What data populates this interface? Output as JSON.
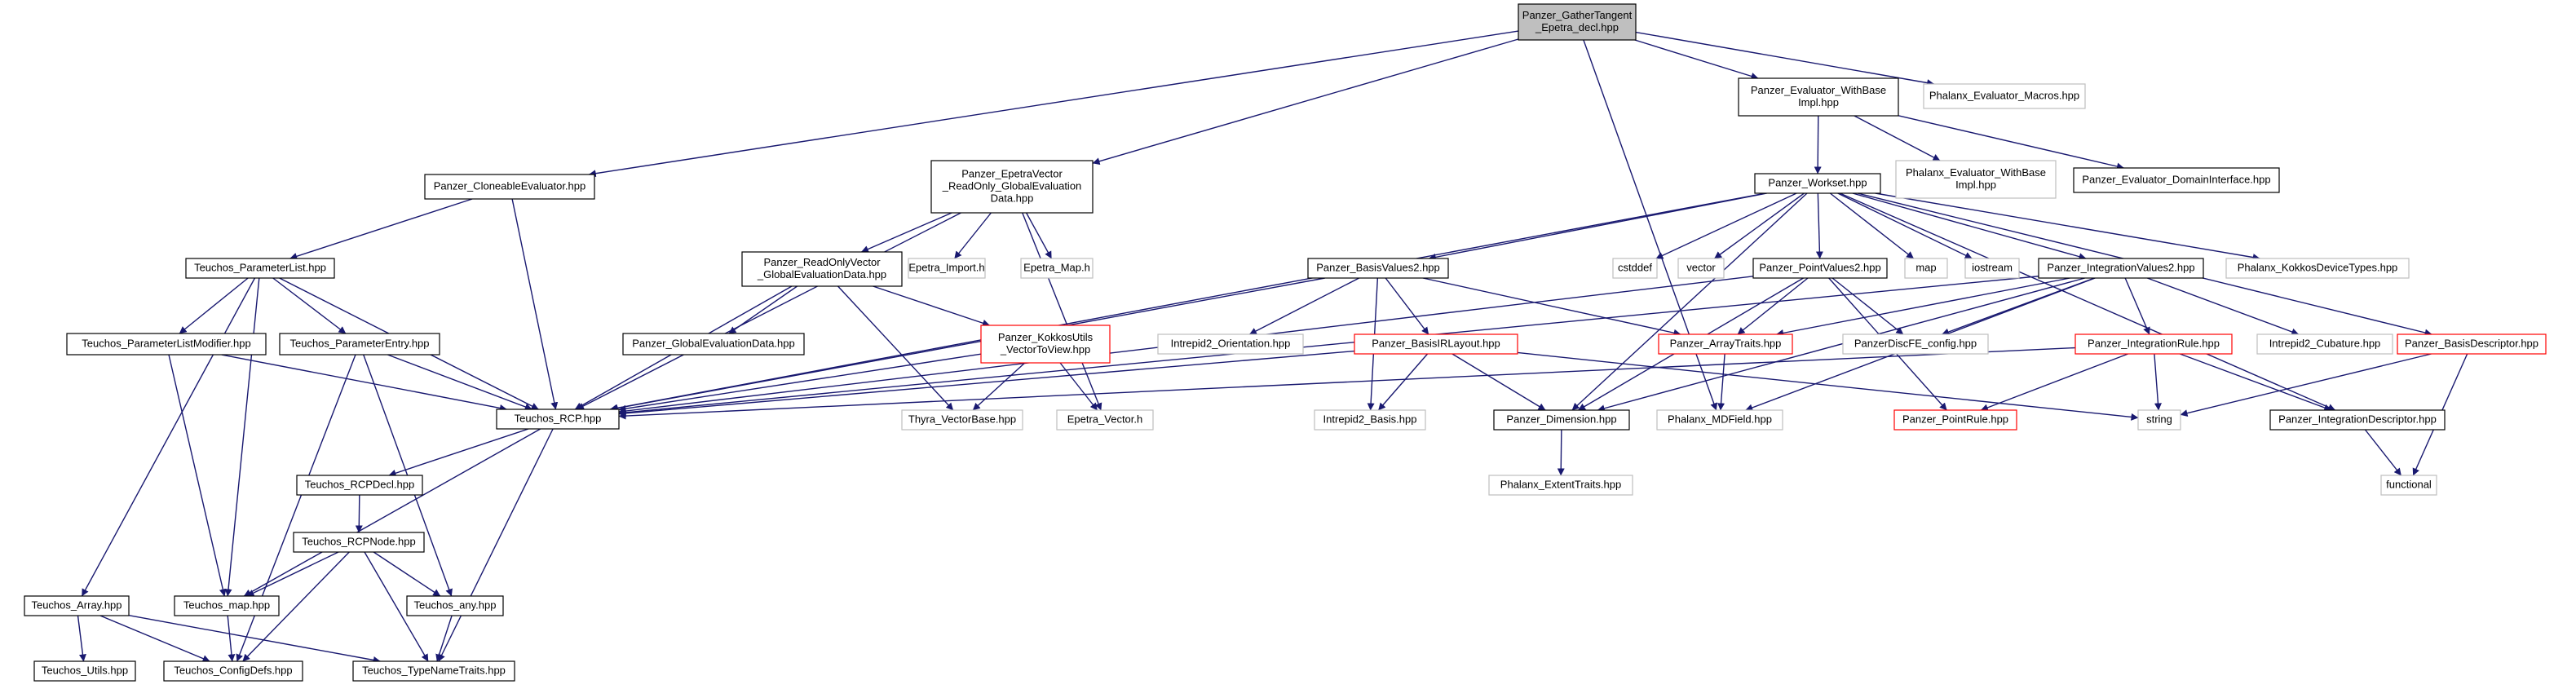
{
  "diagram": {
    "colors": {
      "edge": "#191970",
      "focus_fill": "#bfbfbf",
      "documented_border": "#000000",
      "undocumented_border": "#bfbfbf",
      "incomplete_border": "#ff0000",
      "background": "#ffffff"
    },
    "nodes": [
      {
        "id": "n0",
        "lines": [
          "Panzer_GatherTangent",
          "_Epetra_decl.hpp"
        ],
        "kind": "focus"
      },
      {
        "id": "n1",
        "lines": [
          "Panzer_CloneableEvaluator.hpp"
        ],
        "kind": "documented"
      },
      {
        "id": "n2",
        "lines": [
          "Panzer_EpetraVector",
          "_ReadOnly_GlobalEvaluation",
          "Data.hpp"
        ],
        "kind": "documented"
      },
      {
        "id": "n3",
        "lines": [
          "Panzer_Evaluator_WithBase",
          "Impl.hpp"
        ],
        "kind": "documented"
      },
      {
        "id": "n4",
        "lines": [
          "Phalanx_Evaluator_Macros.hpp"
        ],
        "kind": "undocumented"
      },
      {
        "id": "n5",
        "lines": [
          "Phalanx_Evaluator_WithBase",
          "Impl.hpp"
        ],
        "kind": "undocumented"
      },
      {
        "id": "n6",
        "lines": [
          "Panzer_Evaluator_DomainInterface.hpp"
        ],
        "kind": "documented"
      },
      {
        "id": "n7",
        "lines": [
          "Panzer_Workset.hpp"
        ],
        "kind": "documented"
      },
      {
        "id": "n8",
        "lines": [
          "Teuchos_ParameterList.hpp"
        ],
        "kind": "documented"
      },
      {
        "id": "n9",
        "lines": [
          "Panzer_ReadOnlyVector",
          "_GlobalEvaluationData.hpp"
        ],
        "kind": "documented"
      },
      {
        "id": "n10",
        "lines": [
          "Epetra_Import.h"
        ],
        "kind": "undocumented"
      },
      {
        "id": "n11",
        "lines": [
          "Epetra_Map.h"
        ],
        "kind": "undocumented"
      },
      {
        "id": "n12",
        "lines": [
          "Panzer_BasisValues2.hpp"
        ],
        "kind": "documented"
      },
      {
        "id": "n13",
        "lines": [
          "cstddef"
        ],
        "kind": "undocumented"
      },
      {
        "id": "n14",
        "lines": [
          "vector"
        ],
        "kind": "undocumented"
      },
      {
        "id": "n15",
        "lines": [
          "Panzer_PointValues2.hpp"
        ],
        "kind": "documented"
      },
      {
        "id": "n16",
        "lines": [
          "map"
        ],
        "kind": "undocumented"
      },
      {
        "id": "n17",
        "lines": [
          "iostream"
        ],
        "kind": "undocumented"
      },
      {
        "id": "n18",
        "lines": [
          "Panzer_IntegrationValues2.hpp"
        ],
        "kind": "documented"
      },
      {
        "id": "n19",
        "lines": [
          "Phalanx_KokkosDeviceTypes.hpp"
        ],
        "kind": "undocumented"
      },
      {
        "id": "n20",
        "lines": [
          "Teuchos_ParameterListModifier.hpp"
        ],
        "kind": "documented"
      },
      {
        "id": "n21",
        "lines": [
          "Teuchos_ParameterEntry.hpp"
        ],
        "kind": "documented"
      },
      {
        "id": "n22",
        "lines": [
          "Panzer_GlobalEvaluationData.hpp"
        ],
        "kind": "documented"
      },
      {
        "id": "n23",
        "lines": [
          "Panzer_KokkosUtils",
          "_VectorToView.hpp"
        ],
        "kind": "incomplete"
      },
      {
        "id": "n24",
        "lines": [
          "Intrepid2_Orientation.hpp"
        ],
        "kind": "undocumented"
      },
      {
        "id": "n25",
        "lines": [
          "Panzer_BasisIRLayout.hpp"
        ],
        "kind": "incomplete"
      },
      {
        "id": "n26",
        "lines": [
          "Panzer_ArrayTraits.hpp"
        ],
        "kind": "incomplete"
      },
      {
        "id": "n27",
        "lines": [
          "PanzerDiscFE_config.hpp"
        ],
        "kind": "undocumented"
      },
      {
        "id": "n28",
        "lines": [
          "Panzer_IntegrationRule.hpp"
        ],
        "kind": "incomplete"
      },
      {
        "id": "n29",
        "lines": [
          "Intrepid2_Cubature.hpp"
        ],
        "kind": "undocumented"
      },
      {
        "id": "n30",
        "lines": [
          "Panzer_BasisDescriptor.hpp"
        ],
        "kind": "incomplete"
      },
      {
        "id": "n31",
        "lines": [
          "Teuchos_RCP.hpp"
        ],
        "kind": "documented"
      },
      {
        "id": "n32",
        "lines": [
          "Thyra_VectorBase.hpp"
        ],
        "kind": "undocumented"
      },
      {
        "id": "n33",
        "lines": [
          "Epetra_Vector.h"
        ],
        "kind": "undocumented"
      },
      {
        "id": "n34",
        "lines": [
          "Intrepid2_Basis.hpp"
        ],
        "kind": "undocumented"
      },
      {
        "id": "n35",
        "lines": [
          "Panzer_Dimension.hpp"
        ],
        "kind": "documented"
      },
      {
        "id": "n36",
        "lines": [
          "Phalanx_MDField.hpp"
        ],
        "kind": "undocumented"
      },
      {
        "id": "n37",
        "lines": [
          "Panzer_PointRule.hpp"
        ],
        "kind": "incomplete"
      },
      {
        "id": "n38",
        "lines": [
          "string"
        ],
        "kind": "undocumented"
      },
      {
        "id": "n39",
        "lines": [
          "Panzer_IntegrationDescriptor.hpp"
        ],
        "kind": "documented"
      },
      {
        "id": "n40",
        "lines": [
          "Teuchos_RCPDecl.hpp"
        ],
        "kind": "documented"
      },
      {
        "id": "n41",
        "lines": [
          "Phalanx_ExtentTraits.hpp"
        ],
        "kind": "undocumented"
      },
      {
        "id": "n42",
        "lines": [
          "functional"
        ],
        "kind": "undocumented"
      },
      {
        "id": "n43",
        "lines": [
          "Teuchos_RCPNode.hpp"
        ],
        "kind": "documented"
      },
      {
        "id": "n44",
        "lines": [
          "Teuchos_Array.hpp"
        ],
        "kind": "documented"
      },
      {
        "id": "n45",
        "lines": [
          "Teuchos_map.hpp"
        ],
        "kind": "documented"
      },
      {
        "id": "n46",
        "lines": [
          "Teuchos_any.hpp"
        ],
        "kind": "documented"
      },
      {
        "id": "n47",
        "lines": [
          "Teuchos_Utils.hpp"
        ],
        "kind": "documented"
      },
      {
        "id": "n48",
        "lines": [
          "Teuchos_ConfigDefs.hpp"
        ],
        "kind": "documented"
      },
      {
        "id": "n49",
        "lines": [
          "Teuchos_TypeNameTraits.hpp"
        ],
        "kind": "documented"
      }
    ],
    "edges": [
      [
        "n0",
        "n1"
      ],
      [
        "n0",
        "n2"
      ],
      [
        "n0",
        "n3"
      ],
      [
        "n0",
        "n4"
      ],
      [
        "n0",
        "n36"
      ],
      [
        "n1",
        "n8"
      ],
      [
        "n1",
        "n31"
      ],
      [
        "n2",
        "n9"
      ],
      [
        "n2",
        "n10"
      ],
      [
        "n2",
        "n11"
      ],
      [
        "n2",
        "n31"
      ],
      [
        "n2",
        "n33"
      ],
      [
        "n3",
        "n5"
      ],
      [
        "n3",
        "n6"
      ],
      [
        "n3",
        "n7"
      ],
      [
        "n7",
        "n12"
      ],
      [
        "n7",
        "n13"
      ],
      [
        "n7",
        "n14"
      ],
      [
        "n7",
        "n15"
      ],
      [
        "n7",
        "n16"
      ],
      [
        "n7",
        "n17"
      ],
      [
        "n7",
        "n18"
      ],
      [
        "n7",
        "n19"
      ],
      [
        "n7",
        "n30"
      ],
      [
        "n7",
        "n39"
      ],
      [
        "n7",
        "n35"
      ],
      [
        "n7",
        "n31"
      ],
      [
        "n8",
        "n20"
      ],
      [
        "n8",
        "n21"
      ],
      [
        "n8",
        "n31"
      ],
      [
        "n8",
        "n44"
      ],
      [
        "n8",
        "n45"
      ],
      [
        "n9",
        "n22"
      ],
      [
        "n9",
        "n23"
      ],
      [
        "n9",
        "n31"
      ],
      [
        "n9",
        "n32"
      ],
      [
        "n12",
        "n24"
      ],
      [
        "n12",
        "n25"
      ],
      [
        "n12",
        "n26"
      ],
      [
        "n12",
        "n34"
      ],
      [
        "n12",
        "n31"
      ],
      [
        "n15",
        "n26"
      ],
      [
        "n15",
        "n27"
      ],
      [
        "n15",
        "n35"
      ],
      [
        "n15",
        "n37"
      ],
      [
        "n15",
        "n31"
      ],
      [
        "n18",
        "n26"
      ],
      [
        "n18",
        "n27"
      ],
      [
        "n18",
        "n28"
      ],
      [
        "n18",
        "n29"
      ],
      [
        "n18",
        "n36"
      ],
      [
        "n18",
        "n35"
      ],
      [
        "n18",
        "n31"
      ],
      [
        "n20",
        "n31"
      ],
      [
        "n20",
        "n45"
      ],
      [
        "n21",
        "n31"
      ],
      [
        "n21",
        "n46"
      ],
      [
        "n21",
        "n48"
      ],
      [
        "n23",
        "n32"
      ],
      [
        "n23",
        "n33"
      ],
      [
        "n23",
        "n31"
      ],
      [
        "n25",
        "n34"
      ],
      [
        "n25",
        "n35"
      ],
      [
        "n25",
        "n38"
      ],
      [
        "n25",
        "n31"
      ],
      [
        "n26",
        "n36"
      ],
      [
        "n28",
        "n37"
      ],
      [
        "n28",
        "n38"
      ],
      [
        "n28",
        "n39"
      ],
      [
        "n28",
        "n31"
      ],
      [
        "n30",
        "n38"
      ],
      [
        "n30",
        "n42"
      ],
      [
        "n31",
        "n40"
      ],
      [
        "n31",
        "n45"
      ],
      [
        "n31",
        "n49"
      ],
      [
        "n35",
        "n41"
      ],
      [
        "n39",
        "n42"
      ],
      [
        "n40",
        "n43"
      ],
      [
        "n43",
        "n45"
      ],
      [
        "n43",
        "n46"
      ],
      [
        "n43",
        "n48"
      ],
      [
        "n43",
        "n49"
      ],
      [
        "n44",
        "n47"
      ],
      [
        "n44",
        "n48"
      ],
      [
        "n44",
        "n49"
      ],
      [
        "n45",
        "n48"
      ],
      [
        "n46",
        "n49"
      ]
    ]
  }
}
